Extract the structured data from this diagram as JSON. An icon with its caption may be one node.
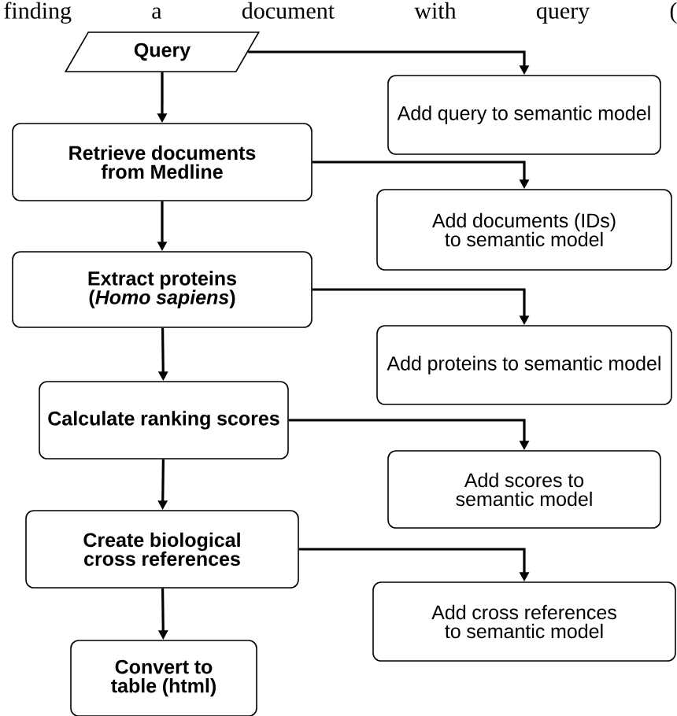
{
  "diagram": {
    "nodes": [
      {
        "text": [
          "Query"
        ]
      },
      {
        "text": [
          "Add query to semantic model"
        ]
      },
      {
        "text": [
          "Retrieve documents from Medline"
        ]
      },
      {
        "text": [
          "Add documents (IDs) to semantic model"
        ]
      },
      {
        "text": [
          "Extract proteins",
          "(*Homo sapiens*)"
        ]
      },
      {
        "text": [
          "Add proteins to semantic model"
        ]
      },
      {
        "text": [
          "Calculate ranking scores"
        ]
      },
      {
        "text": [
          "Add scores to semantic model"
        ]
      },
      {
        "text": [
          "Create biological cross references"
        ]
      },
      {
        "text": [
          "Add cross references to semantic model"
        ]
      },
      {
        "text": [
          "Convert to table (html)"
        ]
      }
    ],
    "edges": [
      {
        "from": 0,
        "to": 2,
        "arrow": "to"
      },
      {
        "from": 0,
        "to": 1,
        "arrow": "to"
      },
      {
        "from": 2,
        "to": 4,
        "arrow": "to"
      },
      {
        "from": 2,
        "to": 3,
        "arrow": "to"
      },
      {
        "from": 4,
        "to": 6,
        "arrow": "to"
      },
      {
        "from": 4,
        "to": 5,
        "arrow": "to"
      },
      {
        "from": 6,
        "to": 8,
        "arrow": "to"
      },
      {
        "from": 6,
        "to": 7,
        "arrow": "to"
      },
      {
        "from": 8,
        "to": 10,
        "arrow": "to"
      },
      {
        "from": 8,
        "to": 9,
        "arrow": "to"
      }
    ],
    "labels": [
      "finding a document with query ("
    ]
  }
}
